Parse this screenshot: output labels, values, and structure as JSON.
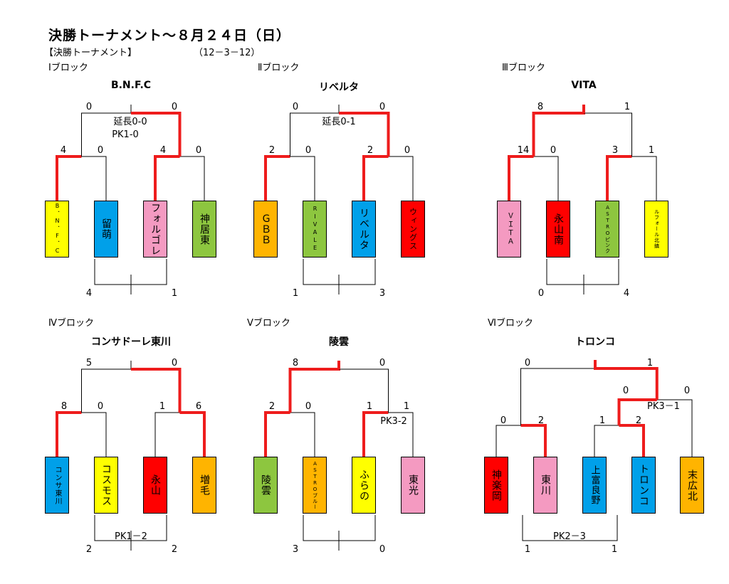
{
  "header": {
    "title": "決勝トーナメント～８月２４日（日）",
    "section": "【決勝トーナメント】",
    "format": "（12－3－12）"
  },
  "colors": {
    "win_line": "#ee1c1c",
    "yellow": "#ffff00",
    "blue": "#00a0e9",
    "pink": "#f49ac1",
    "green": "#8dc63f",
    "orange": "#ffb400",
    "red": "#ff0000"
  },
  "blocks": [
    {
      "label": "Ⅰブロック",
      "champion": "B.N.F.C",
      "teams": [
        "B．N．F．C",
        "留萌",
        "フォルゴレ",
        "神居東"
      ],
      "top_scores": [
        "0",
        "0"
      ],
      "semi_scores": [
        "4",
        "0",
        "4",
        "0"
      ],
      "note_lines": [
        "延長0-0",
        "PK1-0"
      ],
      "bottom_scores": [
        "4",
        "1"
      ],
      "bottom_note": ""
    },
    {
      "label": "Ⅱブロック",
      "champion": "リベルタ",
      "teams": [
        "ＧＢＢ",
        "RIVALE",
        "リベルタ",
        "ウィングス"
      ],
      "top_scores": [
        "0",
        "0"
      ],
      "semi_scores": [
        "2",
        "0",
        "2",
        "0"
      ],
      "note_lines": [
        "延長0-1"
      ],
      "bottom_scores": [
        "1",
        "3"
      ],
      "bottom_note": ""
    },
    {
      "label": "Ⅲブロック",
      "champion": "VITA",
      "teams": [
        "ＶＩＴＡ",
        "永山南",
        "ASTROピンク",
        "ルフォール北鎮"
      ],
      "top_scores": [
        "8",
        "1"
      ],
      "semi_scores": [
        "14",
        "0",
        "3",
        "1"
      ],
      "note_lines": [],
      "bottom_scores": [
        "0",
        "4"
      ],
      "bottom_note": ""
    },
    {
      "label": "Ⅳブロック",
      "champion": "コンサドーレ東川",
      "teams": [
        "コンサ東川",
        "コスモス",
        "永山",
        "増毛"
      ],
      "top_scores": [
        "5",
        "0"
      ],
      "semi_scores": [
        "8",
        "0",
        "1",
        "6"
      ],
      "note_lines": [],
      "bottom_scores": [
        "2",
        "2"
      ],
      "bottom_note": "PK1－2"
    },
    {
      "label": "Ⅴブロック",
      "champion": "陵雲",
      "teams": [
        "陵雲",
        "ASTROブルー",
        "ふらの",
        "東光"
      ],
      "top_scores": [
        "8",
        "0"
      ],
      "semi_scores": [
        "2",
        "0",
        "1",
        "1"
      ],
      "note_lines": [
        "PK3-2"
      ],
      "bottom_scores": [
        "3",
        "0"
      ],
      "bottom_note": ""
    },
    {
      "label": "Ⅵブロック",
      "champion": "トロンコ",
      "teams": [
        "神楽岡",
        "東川",
        "上富良野",
        "トロンコ",
        "末広北"
      ],
      "top_scores": [
        "0",
        "1"
      ],
      "mid_scores": [
        "0",
        "0"
      ],
      "semi_scores": [
        "0",
        "2",
        "1",
        "2"
      ],
      "note_lines": [
        "PK3－1"
      ],
      "bottom_scores": [
        "1",
        "1"
      ],
      "bottom_note": "PK2－3"
    }
  ]
}
